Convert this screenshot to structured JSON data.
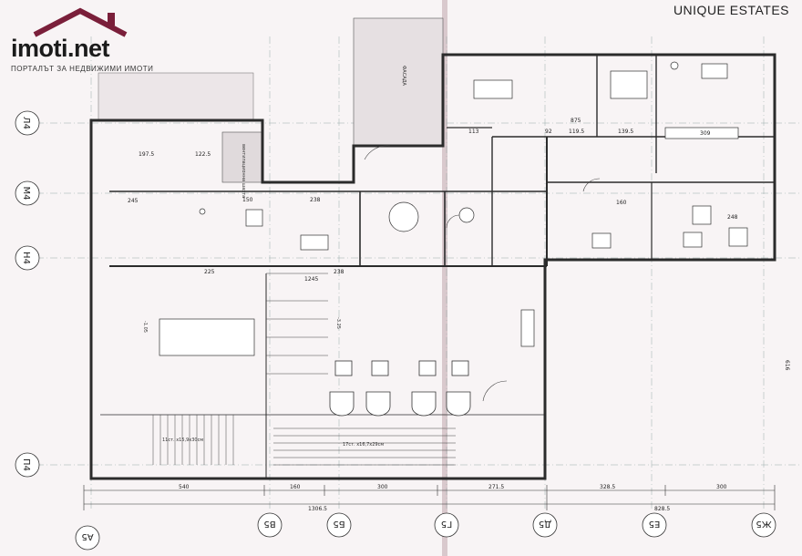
{
  "branding": {
    "logo_word": "imoti.net",
    "logo_tagline": "ПОРТАЛЪТ ЗА НЕДВИЖИМИ ИМОТИ",
    "watermark": "UNIQUE ESTATES",
    "roof_color": "#7a1f3a"
  },
  "axes": {
    "left": [
      "Л4",
      "М4",
      "Н4",
      "П4"
    ],
    "bottom": [
      "А5",
      "В5",
      "Б5",
      "Г5",
      "Д5",
      "Е5",
      "Ж5"
    ]
  },
  "dimensions": {
    "bottom_row1": [
      "540",
      "160",
      "300",
      "271.5",
      "328.5",
      "300"
    ],
    "bottom_row2": [
      "1306.5",
      "828.5"
    ],
    "interior": [
      "245",
      "225",
      "238",
      "1245",
      "238",
      "150",
      "197.5",
      "122.5",
      "875",
      "309",
      "248",
      "160",
      "139.5",
      "113",
      "119.5",
      "92",
      "616"
    ]
  },
  "annotations": {
    "stairs_lower": "11ст. х15,9х30см",
    "stairs_main": "17ст. х16,7х29см",
    "level_lower": "-1.05",
    "level_upper": "-3.25",
    "facade": "ФАСАДА",
    "shaft": "вентилационна шахта"
  }
}
